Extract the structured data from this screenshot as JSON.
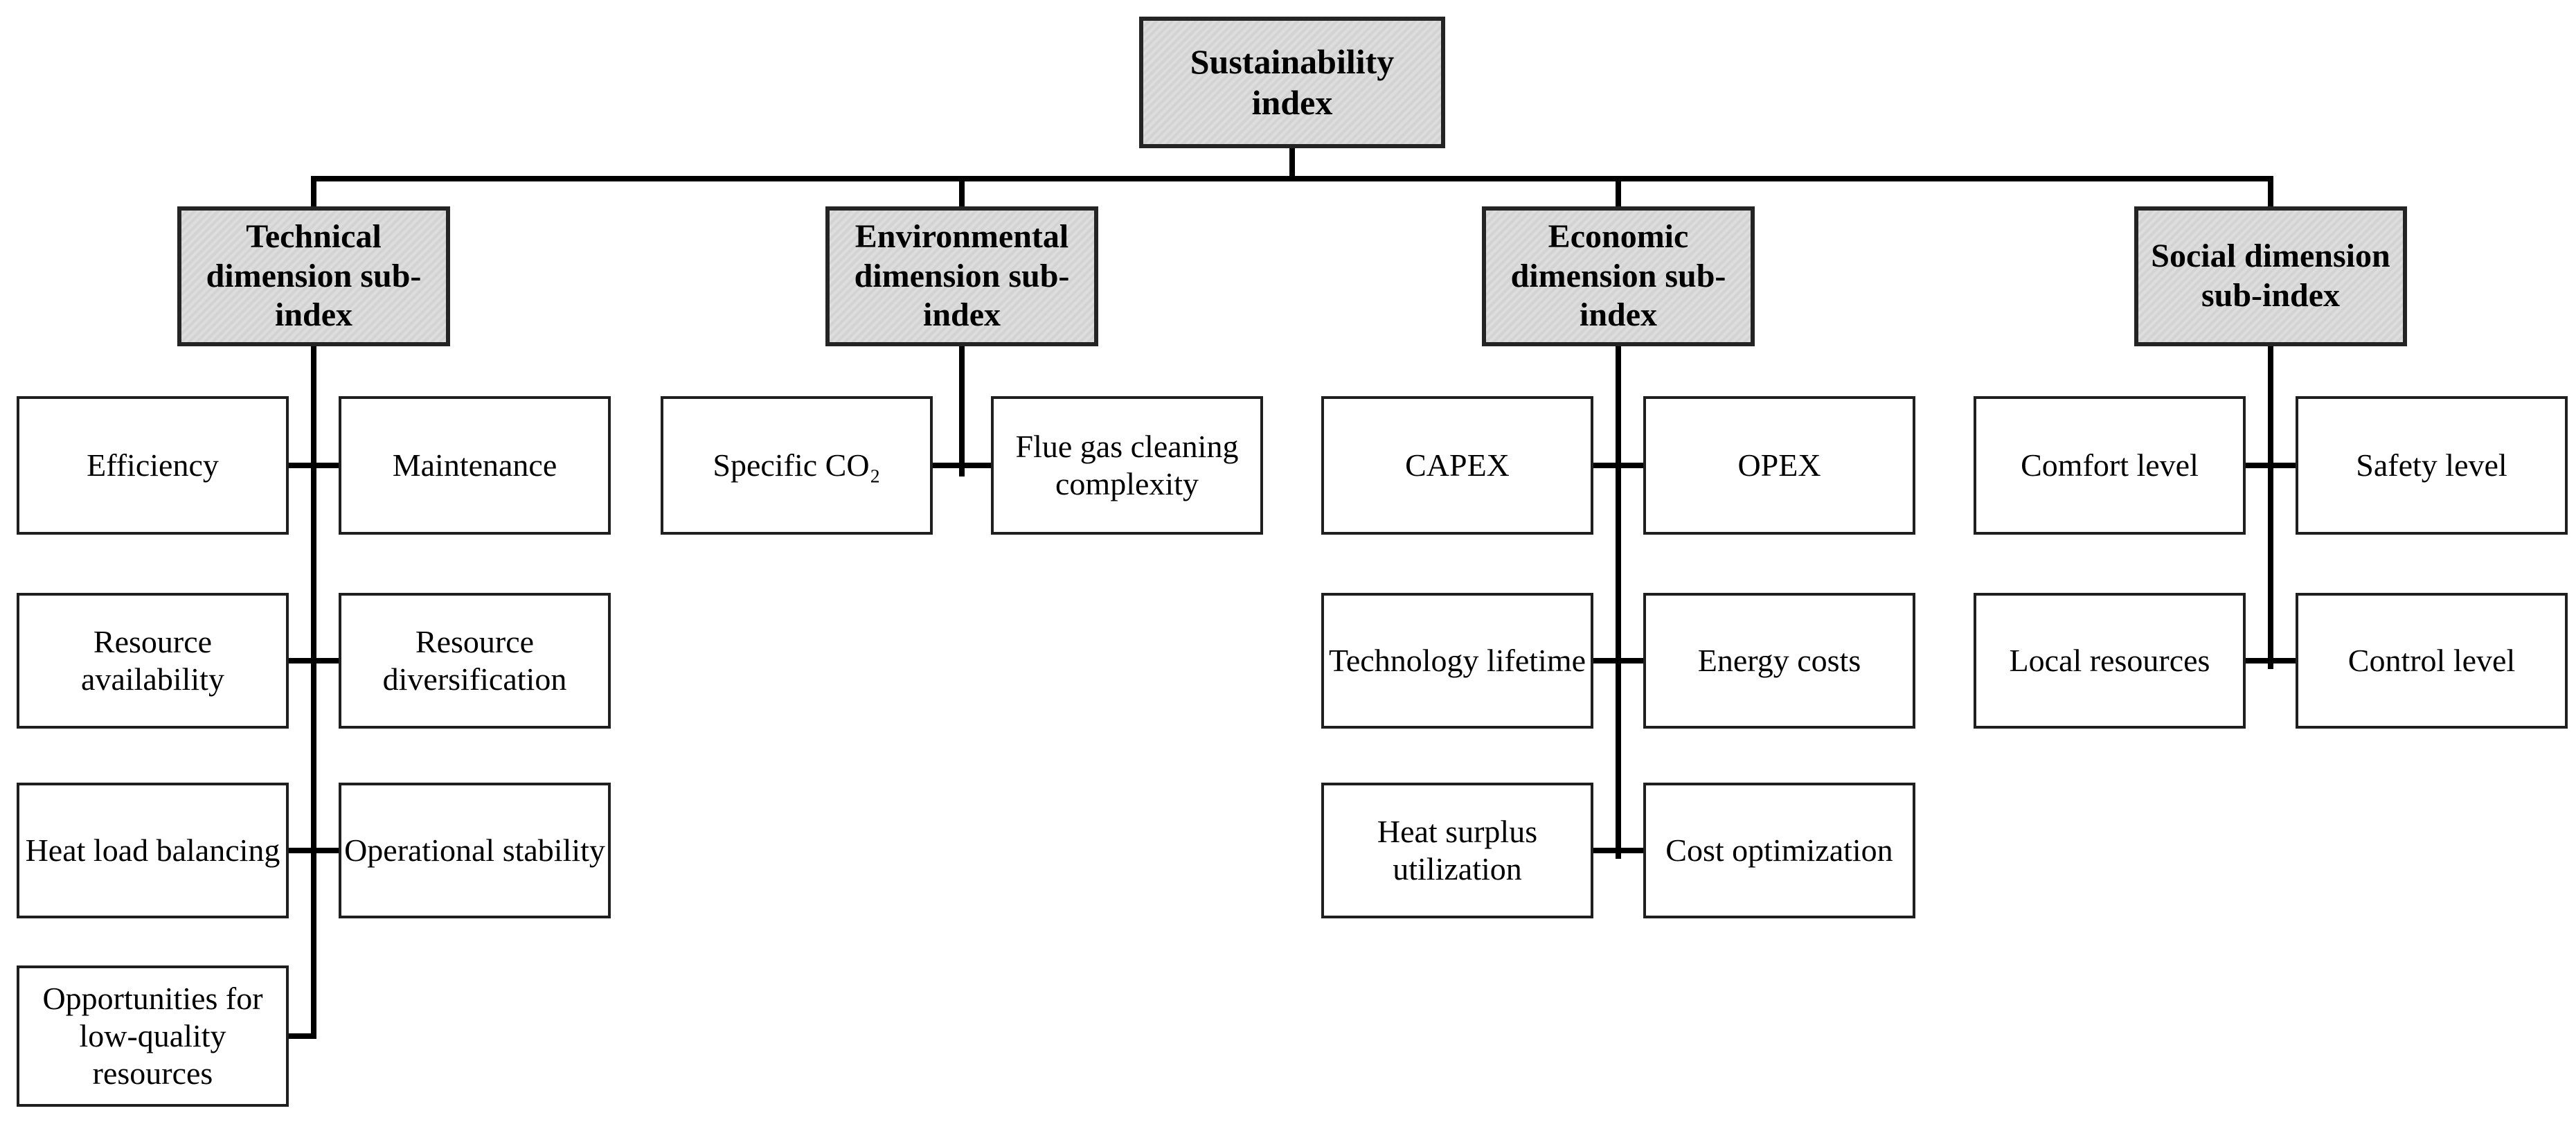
{
  "tree": {
    "root": {
      "label": "Sustainability index"
    },
    "columns": [
      {
        "header": "Technical dimension sub-index",
        "children": [
          "Efficiency",
          "Maintenance",
          "Resource availability",
          "Resource diversification",
          "Heat load balancing",
          "Operational stability",
          "Opportunities for low-quality resources"
        ]
      },
      {
        "header": "Environmental dimension sub-index",
        "children": [
          "Specific CO₂",
          "Flue gas cleaning complexity"
        ]
      },
      {
        "header": "Economic dimension sub-index",
        "children": [
          "CAPEX",
          "OPEX",
          "Technology lifetime",
          "Energy costs",
          "Heat surplus utilization",
          "Cost optimization"
        ]
      },
      {
        "header": "Social dimension sub-index",
        "children": [
          "Comfort level",
          "Safety level",
          "Local resources",
          "Control level"
        ]
      }
    ],
    "colors": {
      "header_fill": "#d9d9d9",
      "box_border": "#1f1f1f",
      "connector_line": "#000000",
      "background": "#ffffff"
    }
  }
}
